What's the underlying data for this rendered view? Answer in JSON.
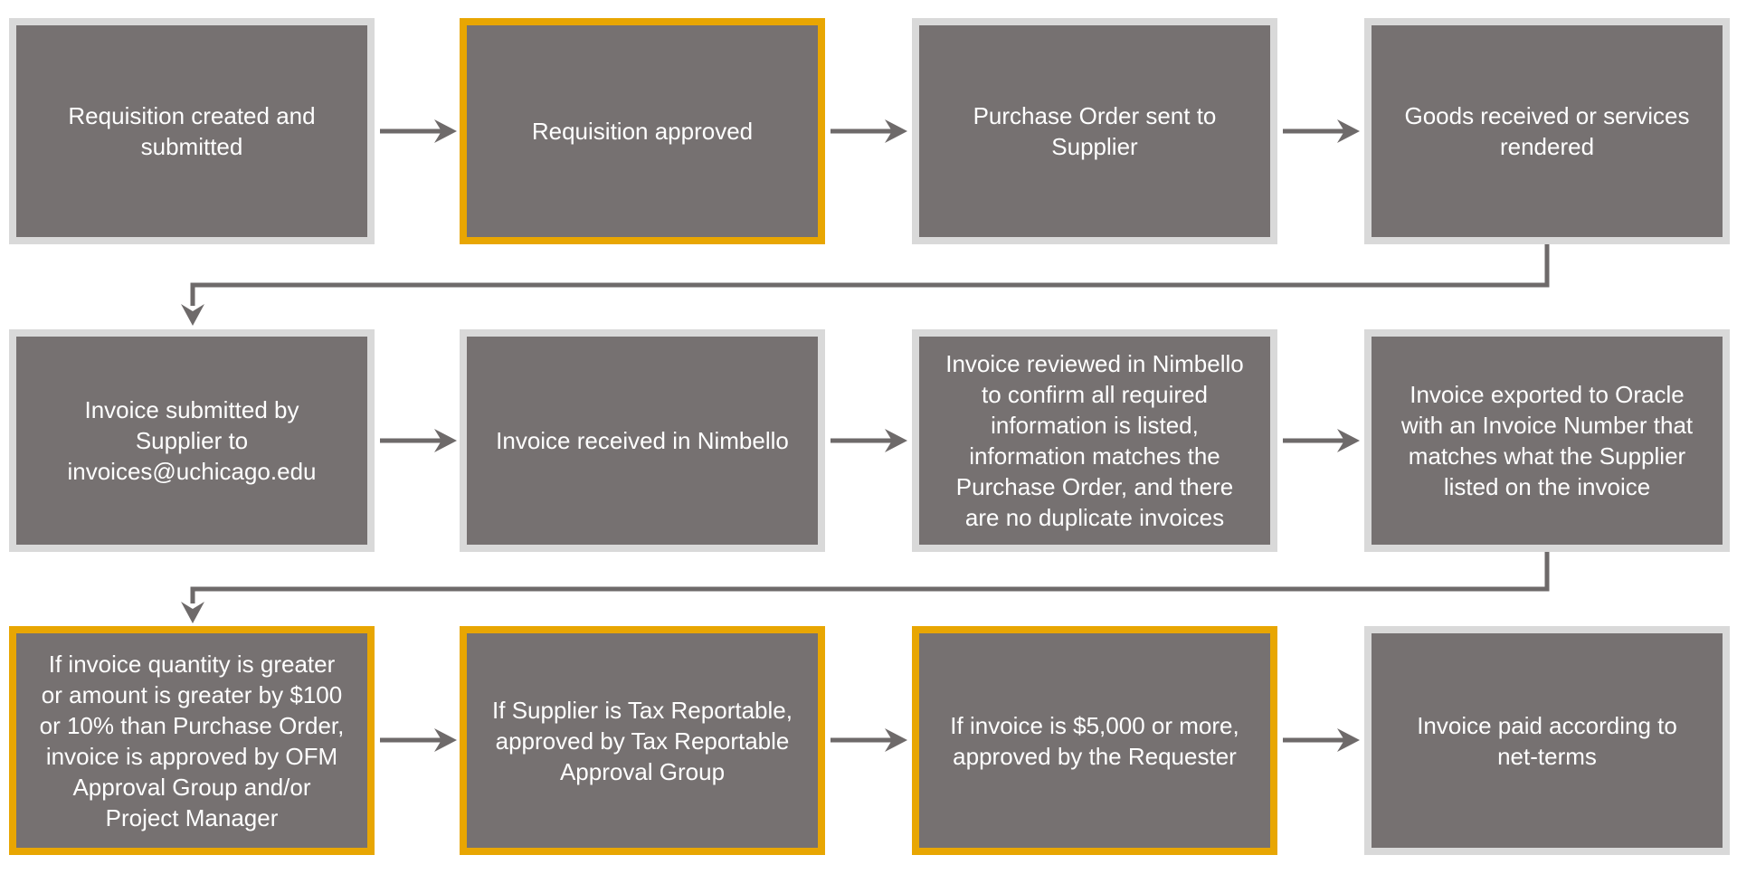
{
  "palette": {
    "box_fill": "#767171",
    "box_border_gray": "#D9D9D9",
    "box_border_gold": "#E8A602",
    "arrow": "#6E6A6A",
    "text": "#FFFFFF",
    "background": "#FFFFFF"
  },
  "flowchart": {
    "rows": [
      {
        "boxes": [
          {
            "label": "Requisition created and\nsubmitted",
            "border": "gray"
          },
          {
            "label": "Requisition approved",
            "border": "gold"
          },
          {
            "label": "Purchase Order sent to\nSupplier",
            "border": "gray"
          },
          {
            "label": "Goods received or services\nrendered",
            "border": "gray"
          }
        ]
      },
      {
        "boxes": [
          {
            "label": "Invoice submitted by\nSupplier to\ninvoices@uchicago.edu",
            "border": "gray"
          },
          {
            "label": "Invoice received in Nimbello",
            "border": "gray"
          },
          {
            "label": "Invoice reviewed in Nimbello\nto confirm all required\ninformation is listed,\ninformation matches the\nPurchase Order, and there\nare no duplicate invoices",
            "border": "gray"
          },
          {
            "label": "Invoice exported to Oracle\nwith an Invoice Number that\nmatches what the Supplier\nlisted on the invoice",
            "border": "gray"
          }
        ]
      },
      {
        "boxes": [
          {
            "label": "If invoice quantity is greater\nor amount is greater by $100\nor 10% than Purchase Order,\ninvoice is approved by OFM\nApproval Group and/or\nProject Manager",
            "border": "gold"
          },
          {
            "label": "If Supplier is Tax Reportable,\napproved by Tax Reportable\nApproval Group",
            "border": "gold"
          },
          {
            "label": "If invoice is $5,000 or more,\napproved by the Requester",
            "border": "gold"
          },
          {
            "label": "Invoice paid according to\nnet-terms",
            "border": "gray"
          }
        ]
      }
    ]
  }
}
